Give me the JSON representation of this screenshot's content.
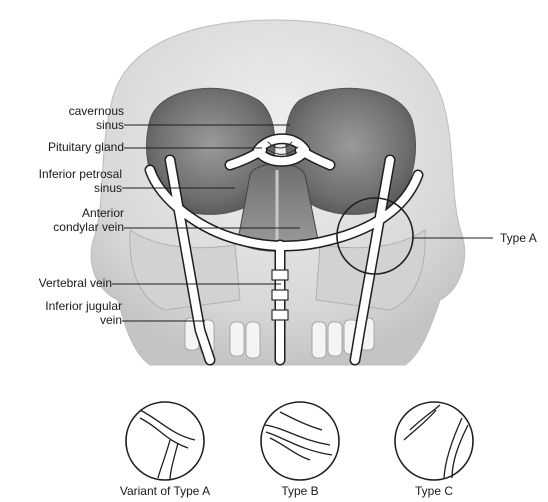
{
  "labels": {
    "cavernous_sinus": [
      "cavernous",
      "sinus"
    ],
    "pituitary_gland": "Pituitary gland",
    "inferior_petrosal_sinus": [
      "Inferior petrosal",
      "sinus"
    ],
    "anterior_condylar_vein": [
      "Anterior",
      "condylar vein"
    ],
    "vertebral_vein": "Vertebral vein",
    "inferior_jugular_vein": [
      "Inferior jugular",
      "vein"
    ],
    "type_a": "Type A"
  },
  "insets": [
    {
      "caption": "Variant of Type A"
    },
    {
      "caption": "Type B"
    },
    {
      "caption": "Type C"
    }
  ],
  "colors": {
    "bone_light": "#e6e6e6",
    "bone_mid": "#c9c9c9",
    "bone_dark": "#8d8d8d",
    "vein_fill": "#ffffff",
    "line": "#1e1e1e"
  }
}
